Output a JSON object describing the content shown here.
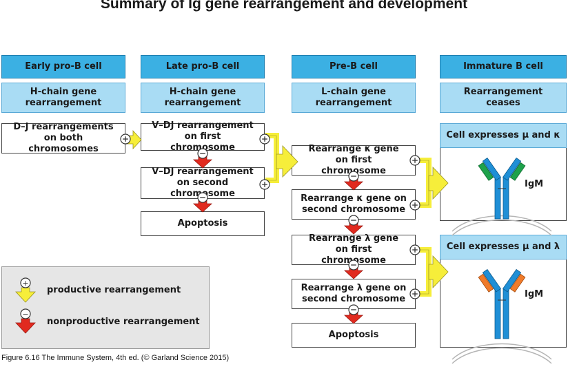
{
  "title": "Summary of Ig gene rearrangement and development",
  "stages": {
    "early_pro_b": "Early pro-B cell",
    "late_pro_b": "Late pro-B cell",
    "pre_b": "Pre-B cell",
    "immature_b": "Immature B cell"
  },
  "events": {
    "early_pro_b": "H-chain gene rearrangement",
    "late_pro_b": "H-chain gene rearrangement",
    "pre_b": "L-chain gene rearrangement",
    "immature_b": "Rearrangement ceases"
  },
  "steps": {
    "dj": "D–J rearrangements on both chromosomes",
    "vdj_first": "V–DJ rearrangement on first chromosome",
    "vdj_second": "V–DJ rearrangement on second chromosome",
    "apoptosis_late": "Apoptosis",
    "kappa_first": "Rearrange κ gene on first chromosome",
    "kappa_second": "Rearrange κ gene on second chromosome",
    "lambda_first": "Rearrange λ gene on first chromosome",
    "lambda_second": "Rearrange λ gene on second chromosome",
    "apoptosis_pre": "Apoptosis"
  },
  "expression": {
    "kappa": "Cell expresses μ and κ",
    "lambda": "Cell expresses μ and λ",
    "igm_kappa": "IgM",
    "igm_lambda": "IgM"
  },
  "legend": {
    "plus": "+",
    "minus": "−",
    "productive": "productive rearrangement",
    "nonproductive": "nonproductive rearrangement"
  },
  "caption": "Figure 6.16 The Immune System, 4th ed. (© Garland Science 2015)",
  "colors": {
    "header_fill": "#3bb0e3",
    "subheader_fill": "#a9dcf4",
    "productive_arrow": "#f6ee3a",
    "nonproductive_arrow": "#e12a1f",
    "heavy_chain": "#1f8fd6",
    "kappa_chain": "#1ea24b",
    "lambda_chain": "#f07b2a",
    "legend_bg": "#e6e6e6"
  }
}
